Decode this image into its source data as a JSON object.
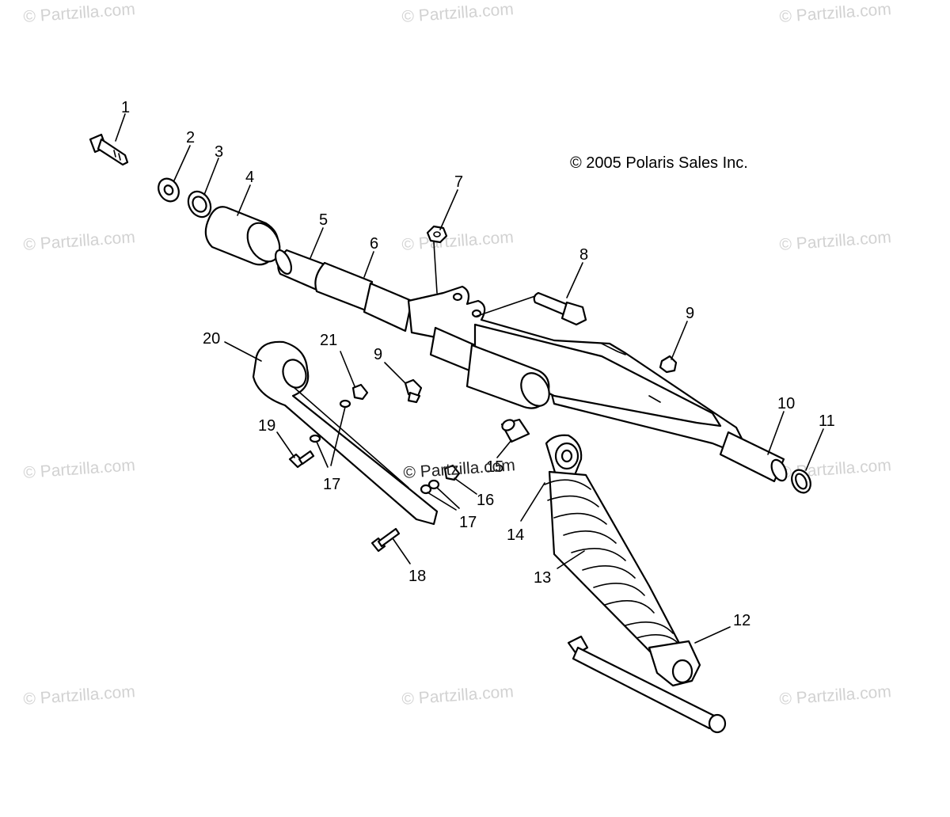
{
  "copyright": "© 2005 Polaris Sales Inc.",
  "watermark": "© Partzilla.com",
  "colors": {
    "line": "#000000",
    "watermark": "#d2d2d2",
    "background": "#ffffff"
  },
  "callouts": [
    {
      "id": "c1",
      "label": "1"
    },
    {
      "id": "c2",
      "label": "2"
    },
    {
      "id": "c3",
      "label": "3"
    },
    {
      "id": "c4",
      "label": "4"
    },
    {
      "id": "c5",
      "label": "5"
    },
    {
      "id": "c6",
      "label": "6"
    },
    {
      "id": "c7",
      "label": "7"
    },
    {
      "id": "c8",
      "label": "8"
    },
    {
      "id": "c9a",
      "label": "9"
    },
    {
      "id": "c9b",
      "label": "9"
    },
    {
      "id": "c10",
      "label": "10"
    },
    {
      "id": "c11",
      "label": "11"
    },
    {
      "id": "c12",
      "label": "12"
    },
    {
      "id": "c13",
      "label": "13"
    },
    {
      "id": "c14",
      "label": "14"
    },
    {
      "id": "c15",
      "label": "15"
    },
    {
      "id": "c16",
      "label": "16"
    },
    {
      "id": "c17a",
      "label": "17"
    },
    {
      "id": "c17b",
      "label": "17"
    },
    {
      "id": "c18",
      "label": "18"
    },
    {
      "id": "c19",
      "label": "19"
    },
    {
      "id": "c20",
      "label": "20"
    },
    {
      "id": "c21",
      "label": "21"
    }
  ]
}
